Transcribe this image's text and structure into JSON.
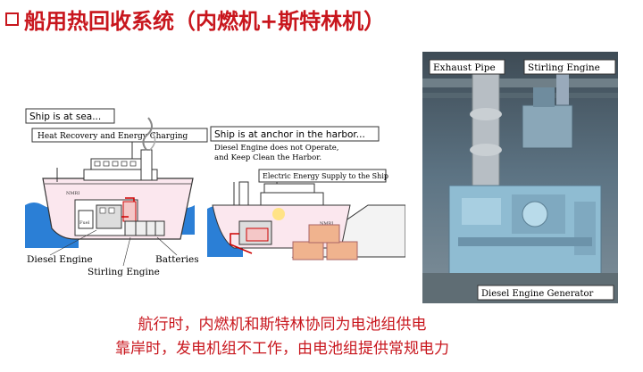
{
  "title": "船用热回收系统（内燃机+斯特林机）",
  "diagram_left": {
    "header": "Ship is at sea...",
    "callout": "Heat Recovery and Energy Charging",
    "labels": {
      "fuel": "Fuel",
      "brand": "NMRI",
      "diesel": "Diesel Engine",
      "stirling": "Stirling Engine",
      "batteries": "Batteries"
    }
  },
  "diagram_right": {
    "header": "Ship is at anchor in the harbor...",
    "note_line1": "Diesel Engine does not Operate,",
    "note_line2": "and Keep Clean the Harbor.",
    "callout": "Electric Energy Supply to the Ship",
    "brand": "NMRI"
  },
  "photo_labels": {
    "exhaust": "Exhaust Pipe",
    "stirling": "Stirling Engine",
    "generator": "Diesel Engine Generator"
  },
  "caption": {
    "line1": "航行时，内燃机和斯特林协同为电池组供电",
    "line2": "靠岸时，发电机组不工作，由电池组提供常规电力"
  },
  "colors": {
    "accent_red": "#c8161d",
    "sea": "#2b7fd6",
    "hull_pink": "#f8dce6",
    "photo_machinery": "#8fbcd2"
  }
}
